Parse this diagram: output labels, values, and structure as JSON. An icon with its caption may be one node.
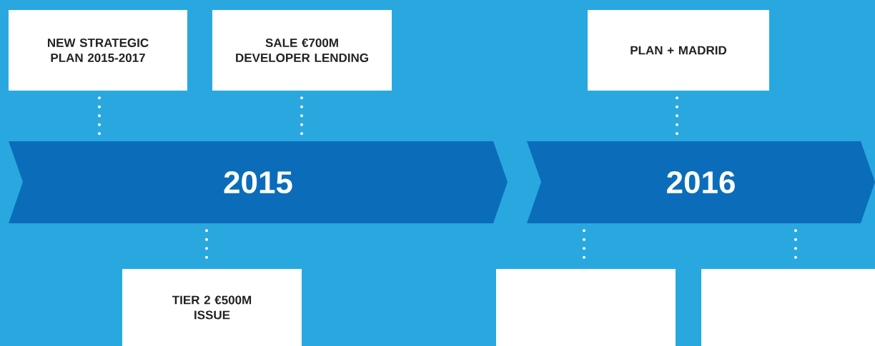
{
  "diagram": {
    "nodes": [
      {
        "text": [
          "NEW STRATEGIC PLAN 2015-2017"
        ]
      },
      {
        "text": [
          "SALE €700M DEVELOPER LENDING"
        ]
      },
      {
        "text": [
          "2015"
        ]
      },
      {
        "text": [
          "TIER 2 €500M ISSUE"
        ]
      },
      {
        "text": [
          "PLAN + MADRID"
        ]
      },
      {
        "text": [
          "2016"
        ]
      },
      {
        "text": [],
        "shape": "box"
      },
      {
        "text": [],
        "shape": "box"
      }
    ],
    "edges": [
      {
        "from": 0,
        "to": 2,
        "arrow": "none"
      },
      {
        "from": 1,
        "to": 2,
        "arrow": "none"
      },
      {
        "from": 2,
        "to": 3,
        "arrow": "none"
      },
      {
        "from": 4,
        "to": 5,
        "arrow": "none"
      },
      {
        "from": 5,
        "to": 6,
        "arrow": "none"
      },
      {
        "from": 5,
        "to": 7,
        "arrow": "none"
      }
    ]
  }
}
